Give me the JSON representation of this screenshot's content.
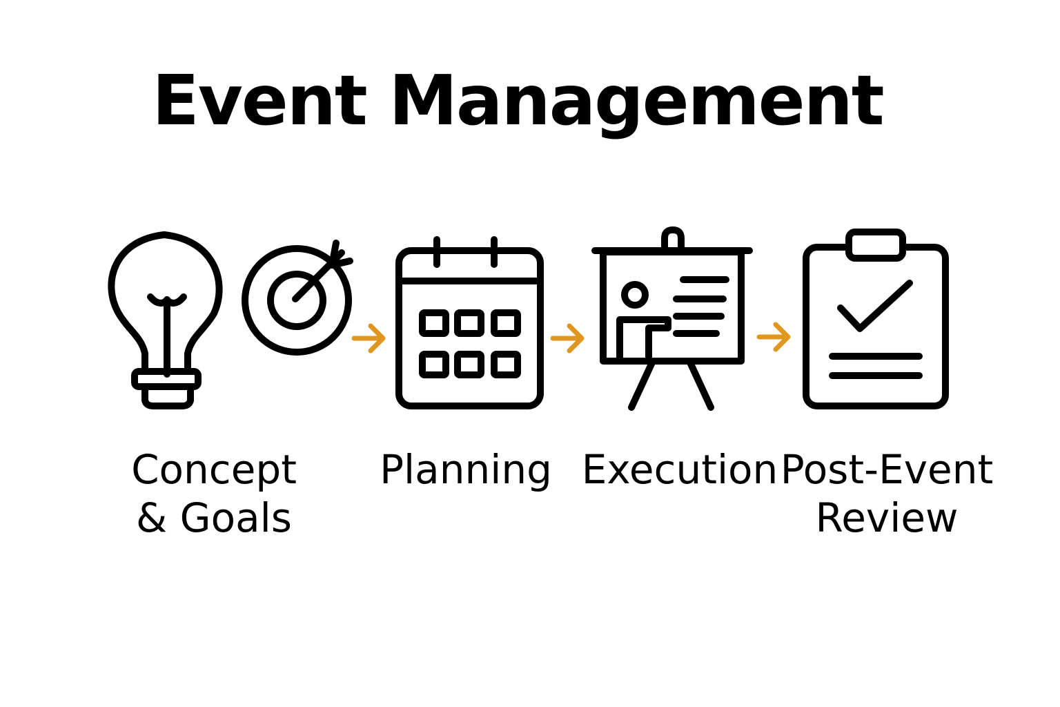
{
  "title": "Event Management",
  "colors": {
    "icon_stroke": "#000000",
    "arrow": "#E0961F",
    "background": "#FFFFFF"
  },
  "steps": [
    {
      "icons": [
        "lightbulb-icon",
        "target-icon"
      ],
      "label_lines": [
        "Concept",
        "& Goals"
      ]
    },
    {
      "icons": [
        "calendar-icon"
      ],
      "label_lines": [
        "Planning"
      ]
    },
    {
      "icons": [
        "presentation-board-icon"
      ],
      "label_lines": [
        "Execution"
      ]
    },
    {
      "icons": [
        "clipboard-check-icon"
      ],
      "label_lines": [
        "Post-Event",
        "Review"
      ]
    }
  ],
  "connectors": [
    "arrow-right-icon",
    "arrow-right-icon",
    "arrow-right-icon"
  ]
}
